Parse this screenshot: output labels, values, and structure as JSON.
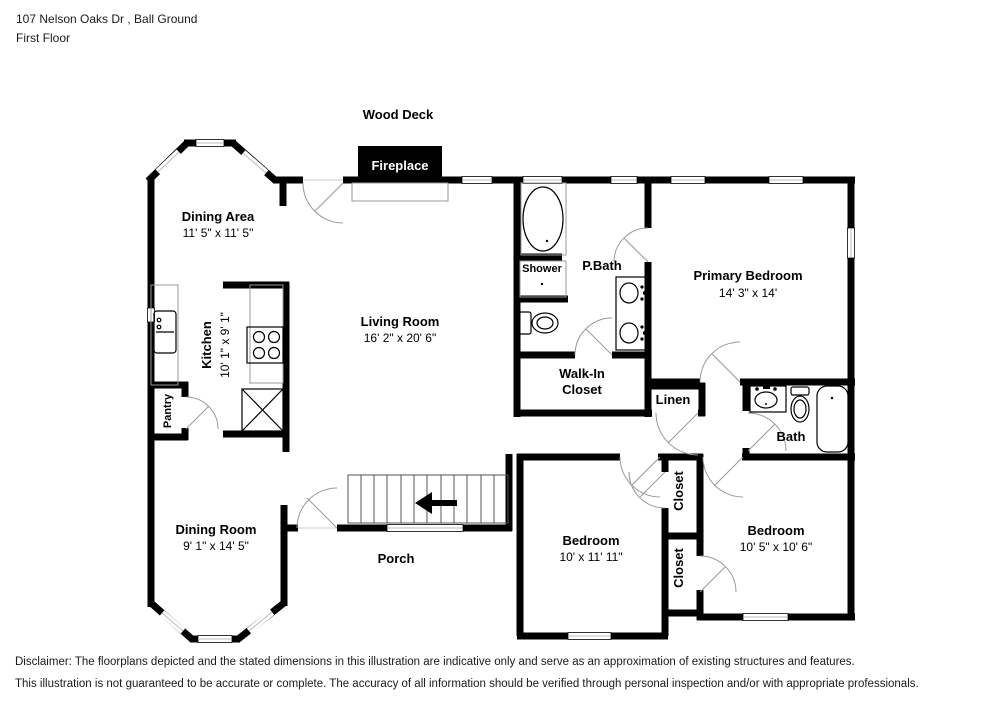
{
  "header": {
    "address": "107 Nelson Oaks Dr , Ball Ground",
    "floor": "First Floor"
  },
  "plan": {
    "wood_deck": "Wood Deck",
    "fireplace": "Fireplace",
    "dining_area": {
      "name": "Dining Area",
      "dims": "11' 5\" x 11' 5\""
    },
    "kitchen": {
      "name": "Kitchen",
      "dims": "10' 1\" x 9' 1\""
    },
    "pantry": {
      "name": "Pantry"
    },
    "living_room": {
      "name": "Living Room",
      "dims": "16' 2\" x 20' 6\""
    },
    "shower": {
      "name": "Shower"
    },
    "primary_bath": {
      "name": "P.Bath"
    },
    "primary_bedroom": {
      "name": "Primary Bedroom",
      "dims": "14' 3\" x 14'"
    },
    "walk_in_closet": {
      "line1": "Walk-In",
      "line2": "Closet"
    },
    "linen": {
      "name": "Linen"
    },
    "bath": {
      "name": "Bath"
    },
    "dining_room": {
      "name": "Dining Room",
      "dims": "9' 1\" x 14' 5\""
    },
    "porch": {
      "name": "Porch"
    },
    "bedroom_left": {
      "name": "Bedroom",
      "dims": "10' x 11' 11\""
    },
    "bedroom_right": {
      "name": "Bedroom",
      "dims": "10' 5\" x 10' 6\""
    },
    "closet_upper": {
      "name": "Closet"
    },
    "closet_lower": {
      "name": "Closet"
    }
  },
  "footer": {
    "line1": "Disclaimer: The floorplans depicted and the stated dimensions in this illustration are indicative only and serve as an approximation of existing structures and features.",
    "line2": "This illustration is not guaranteed to be accurate or complete. The accuracy of all information should be verified through personal inspection and/or with appropriate professionals."
  },
  "colors": {
    "wall": "#000000",
    "window_line": "#bbbbbb",
    "door_arc": "#999999",
    "background": "#ffffff"
  }
}
